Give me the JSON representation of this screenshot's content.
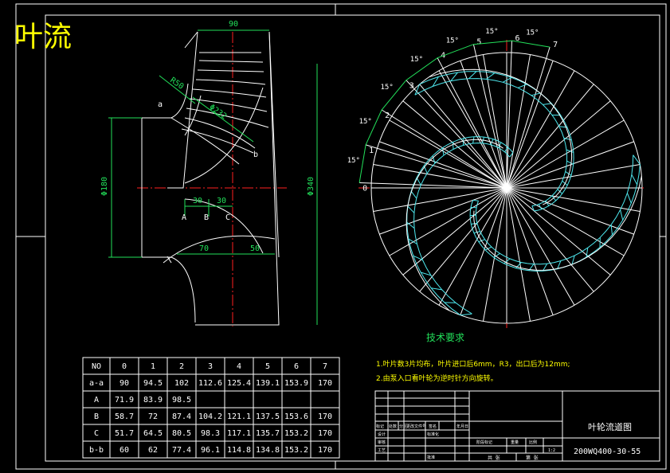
{
  "title_overlay": "叶流",
  "dims": {
    "top_width": "90",
    "r_label": "R50",
    "phi_label": "Φ232",
    "left_dia": "Φ180",
    "right_dia": "Φ340",
    "a_to_b": "30",
    "b_to_c": "30",
    "bottom_left": "70",
    "bottom_right": "50"
  },
  "points": {
    "a": "a",
    "b": "b",
    "A": "A",
    "B": "B",
    "C": "C"
  },
  "angle_label": "15°",
  "section_numbers": [
    "0",
    "1",
    "2",
    "3",
    "4",
    "5",
    "6",
    "7"
  ],
  "tech": {
    "heading": "技术要求",
    "line1": "1.叶片数3片均布，叶片进口后6mm，R3，出口后为12mm;",
    "line2": "2.由泵入口看叶轮为逆时针方向旋转。"
  },
  "table": {
    "header": [
      "NO",
      "0",
      "1",
      "2",
      "3",
      "4",
      "5",
      "6",
      "7"
    ],
    "rows": [
      [
        "a-a",
        "90",
        "94.5",
        "102",
        "112.6",
        "125.4",
        "139.1",
        "153.9",
        "170"
      ],
      [
        "A",
        "71.9",
        "83.9",
        "98.5",
        "",
        "",
        "",
        "",
        ""
      ],
      [
        "B",
        "58.7",
        "72",
        "87.4",
        "104.2",
        "121.1",
        "137.5",
        "153.6",
        "170"
      ],
      [
        "C",
        "51.7",
        "64.5",
        "80.5",
        "98.3",
        "117.1",
        "135.7",
        "153.2",
        "170"
      ],
      [
        "b-b",
        "60",
        "62",
        "77.4",
        "96.1",
        "114.8",
        "134.8",
        "153.2",
        "170"
      ]
    ]
  },
  "title_block": {
    "drawing_name": "叶轮流道图",
    "drawing_number": "200WQ400-30-55",
    "small": {
      "mark": "标记",
      "count": "处数",
      "zone": "分区",
      "doc_no": "更改文件号",
      "sign": "签名",
      "date": "年月日",
      "design": "设计",
      "std": "标准化",
      "check": "审核",
      "process": "工艺",
      "approve": "批准",
      "stage": "阶段标记",
      "weight": "重量",
      "scale": "比例",
      "scale_val": "1:2",
      "sheets": "共  张",
      "sheet_no": "第  张"
    }
  },
  "colors": {
    "lines": "#ffffff",
    "centerline": "#ff2020",
    "dimension": "#22e05a",
    "blade": "#4ee8ee",
    "overlay": "#ffff00"
  }
}
